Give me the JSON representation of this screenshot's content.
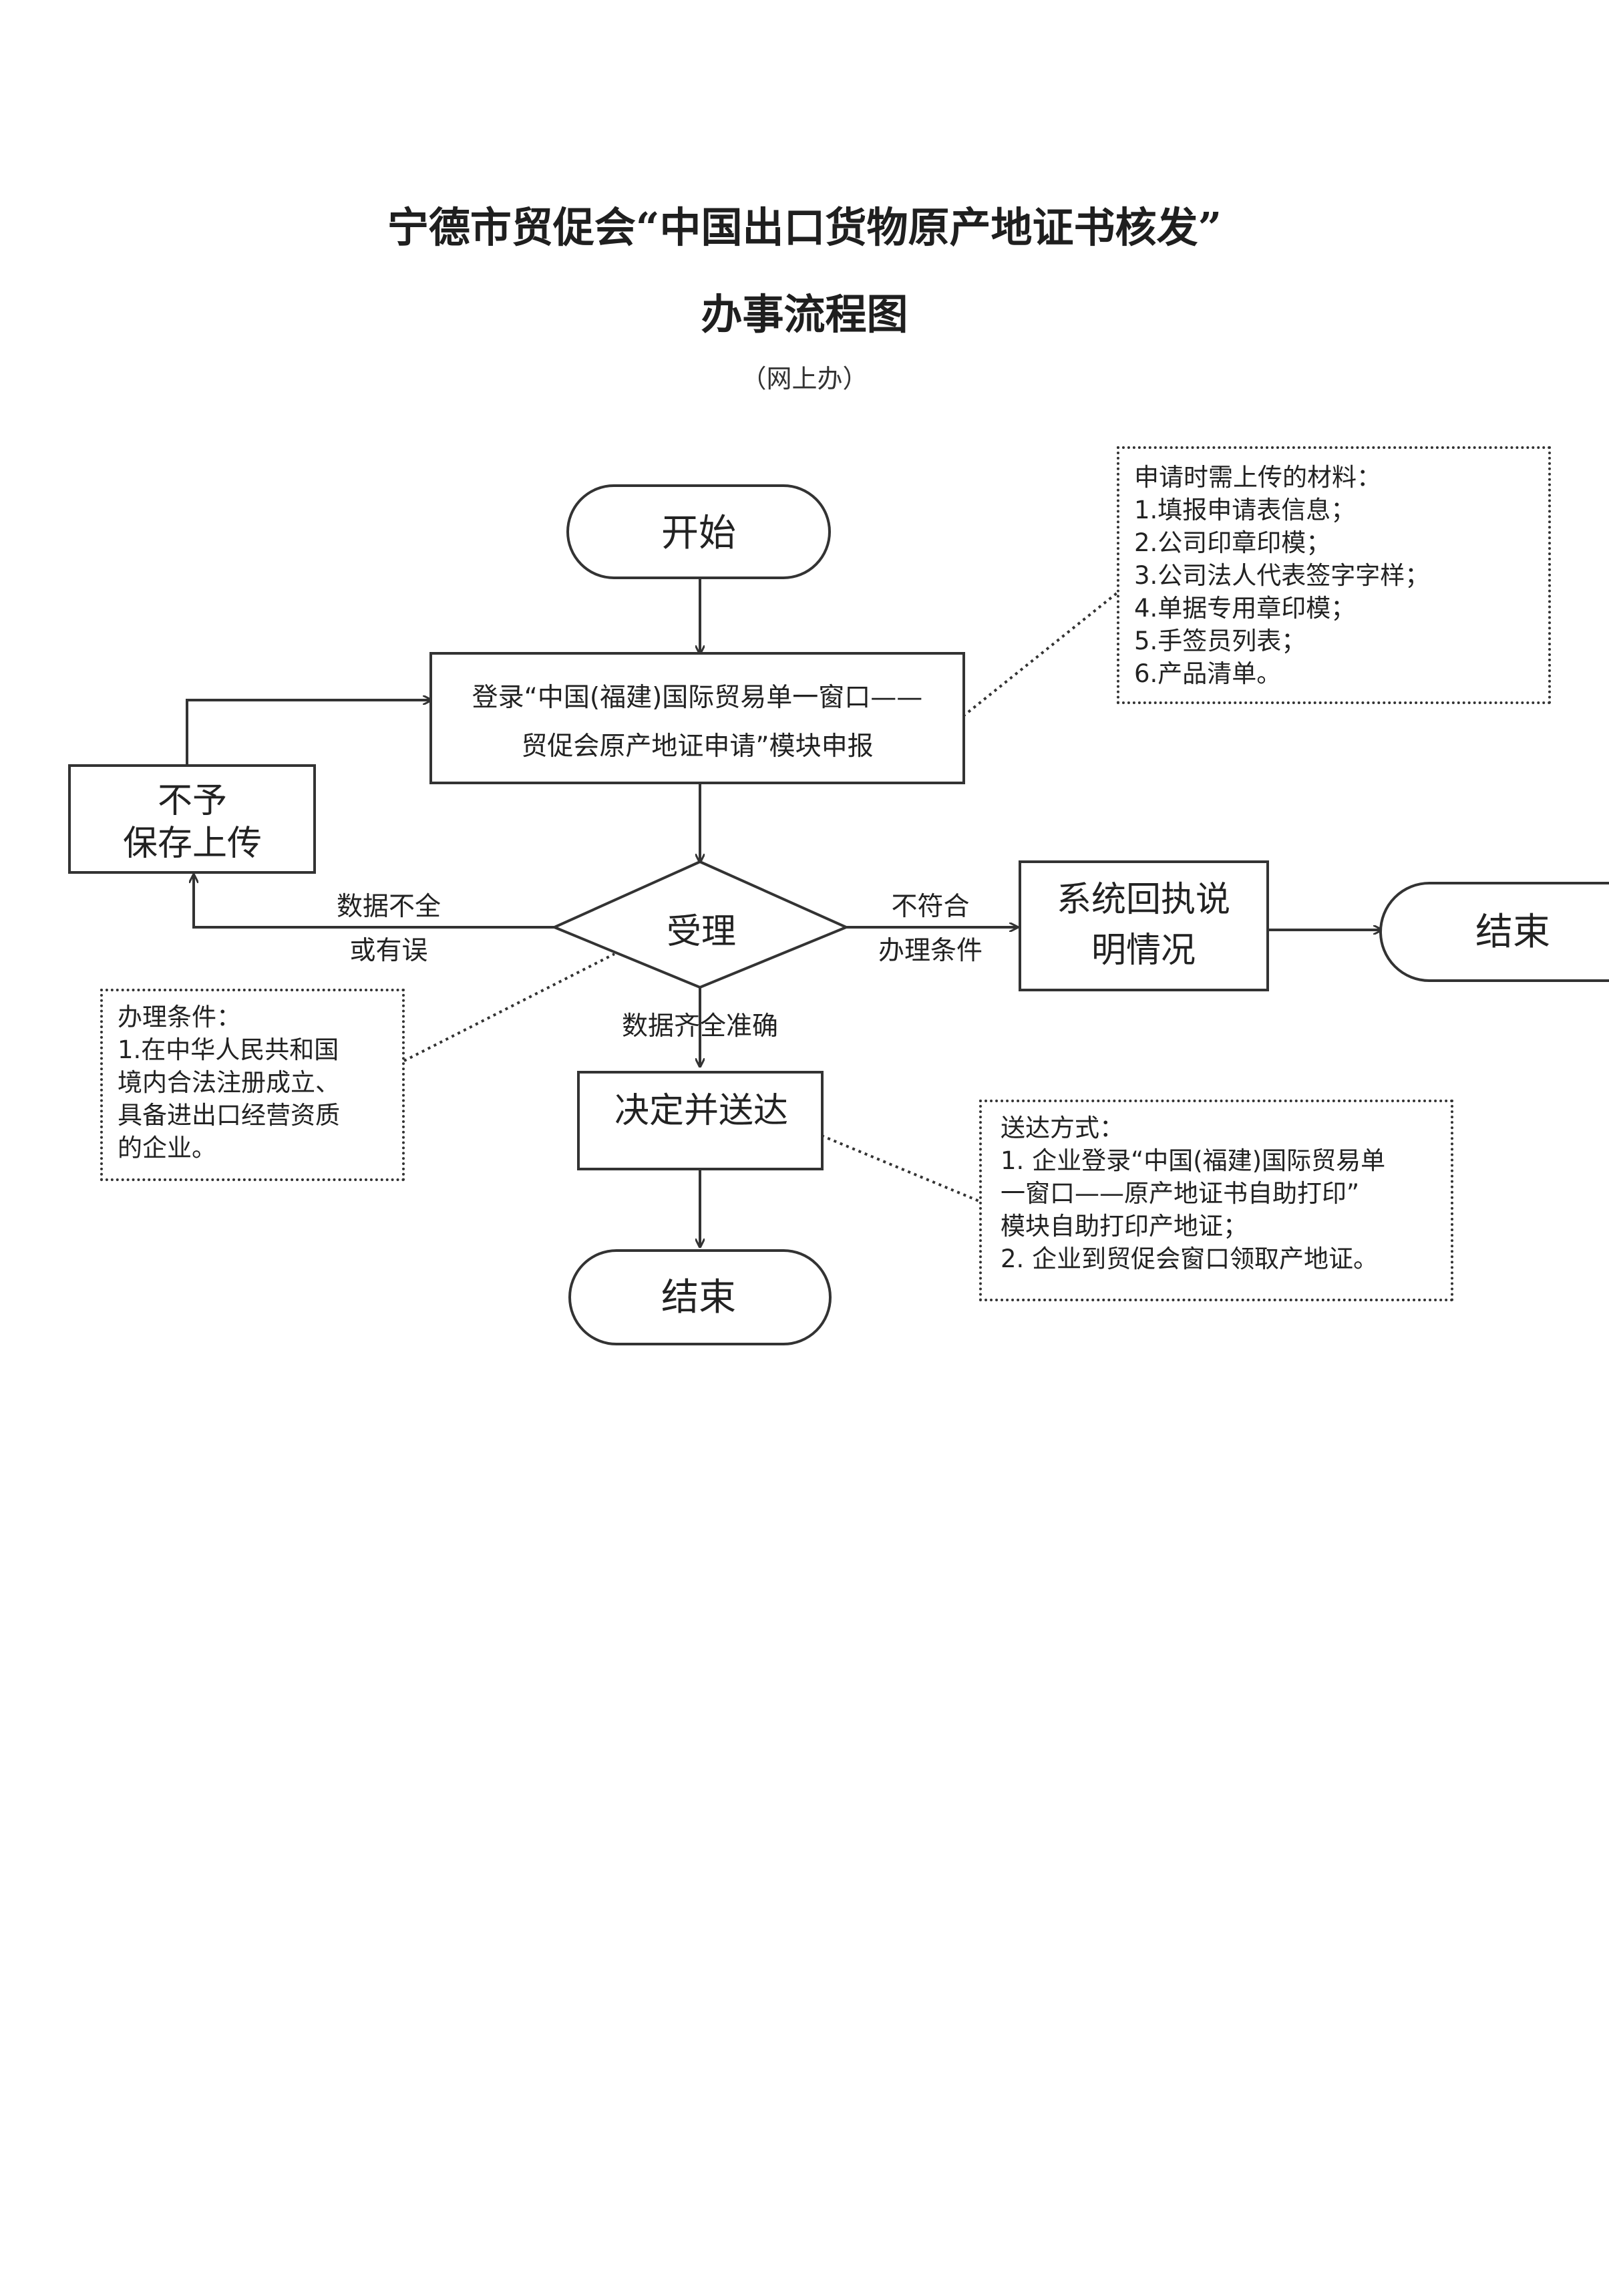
{
  "title": {
    "line1": "宁德市贸促会“中国出口货物原产地证书核发”",
    "line2": "办事流程图",
    "sub": "（网上办）"
  },
  "nodes": {
    "start": "开始",
    "login_line1": "登录“中国(福建)国际贸易单一窗口——",
    "login_line2": "贸促会原产地证申请”模块申报",
    "reject_line1": "不予",
    "reject_line2": "保存上传",
    "accept": "受理",
    "receipt_line1": "系统回执说",
    "receipt_line2": "明情况",
    "end_right": "结束",
    "decide": "决定并送达",
    "end_bottom": "结束"
  },
  "labels": {
    "incomplete_line1": "数据不全",
    "incomplete_line2": "或有误",
    "notmet_line1": "不符合",
    "notmet_line2": "办理条件",
    "complete": "数据齐全准确"
  },
  "notes": {
    "materials": {
      "title": "申请时需上传的材料：",
      "items": [
        "1.填报申请表信息；",
        "2.公司印章印模；",
        "3.公司法人代表签字字样；",
        "4.单据专用章印模；",
        "5.手签员列表；",
        "6.产品清单。"
      ]
    },
    "conditions": {
      "title": "办理条件：",
      "lines": [
        "1.在中华人民共和国",
        "境内合法注册成立、",
        "具备进出口经营资质",
        "的企业。"
      ]
    },
    "delivery": {
      "title": "送达方式：",
      "lines": [
        "1. 企业登录“中国(福建)国际贸易单",
        "一窗口——原产地证书自助打印”",
        "模块自助打印产地证；",
        "2. 企业到贸促会窗口领取产地证。"
      ]
    }
  }
}
